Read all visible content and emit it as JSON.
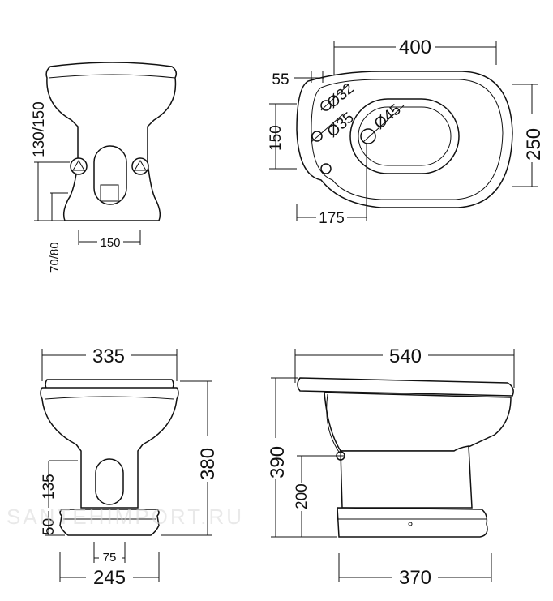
{
  "watermark": "SANTEHIMPORT.RU",
  "views": {
    "front_top": {
      "height_label": "130/150",
      "floor_label": "70/80",
      "width_label": "150"
    },
    "plan": {
      "length_label": "400",
      "offset_label": "55",
      "hole1_label": "Ø32",
      "hole2_label": "Ø35",
      "hole3_label": "Ø45",
      "inner_label": "150",
      "width_label": "250",
      "offset2_label": "175"
    },
    "front": {
      "width_label": "335",
      "height_label": "380",
      "dim135_label": "135",
      "dim50_label": "50",
      "dim75_label": "75",
      "base_label": "245"
    },
    "side": {
      "length_label": "540",
      "height_label": "390",
      "dim200_label": "200",
      "base_label": "370"
    }
  }
}
